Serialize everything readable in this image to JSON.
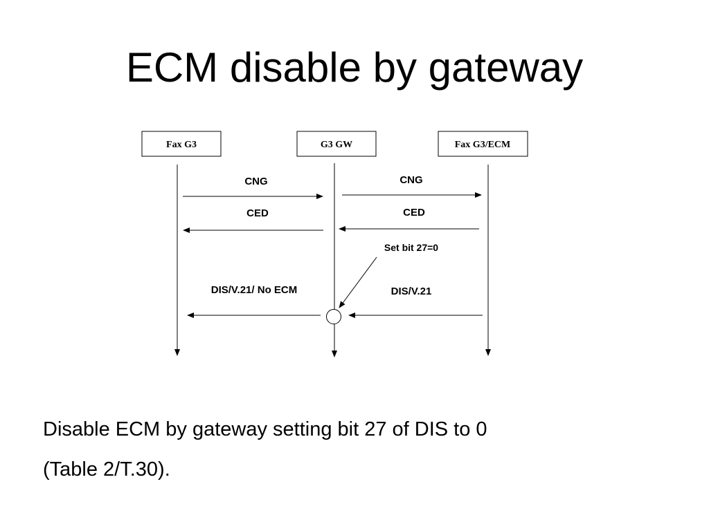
{
  "slide": {
    "title": "ECM disable by gateway",
    "body_lines": [
      "Disable ECM by gateway setting bit 27 of DIS to 0",
      "(Table 2/T.30)."
    ]
  },
  "diagram": {
    "entities": [
      {
        "id": "fax-g3",
        "label": "Fax G3"
      },
      {
        "id": "g3-gw",
        "label": "G3 GW"
      },
      {
        "id": "fax-g3-ecm",
        "label": "Fax G3/ECM"
      }
    ],
    "messages": [
      {
        "label": "CNG",
        "from": "Fax G3",
        "to": "G3 GW"
      },
      {
        "label": "CNG",
        "from": "G3 GW",
        "to": "Fax G3/ECM"
      },
      {
        "label": "CED",
        "from": "G3 GW",
        "to": "Fax G3"
      },
      {
        "label": "CED",
        "from": "Fax G3/ECM",
        "to": "G3 GW"
      },
      {
        "label": "DIS/V.21/ No ECM",
        "from": "G3 GW",
        "to": "Fax G3"
      },
      {
        "label": "DIS/V.21",
        "from": "Fax G3/ECM",
        "to": "G3 GW"
      }
    ],
    "note": "Set bit 27=0"
  }
}
